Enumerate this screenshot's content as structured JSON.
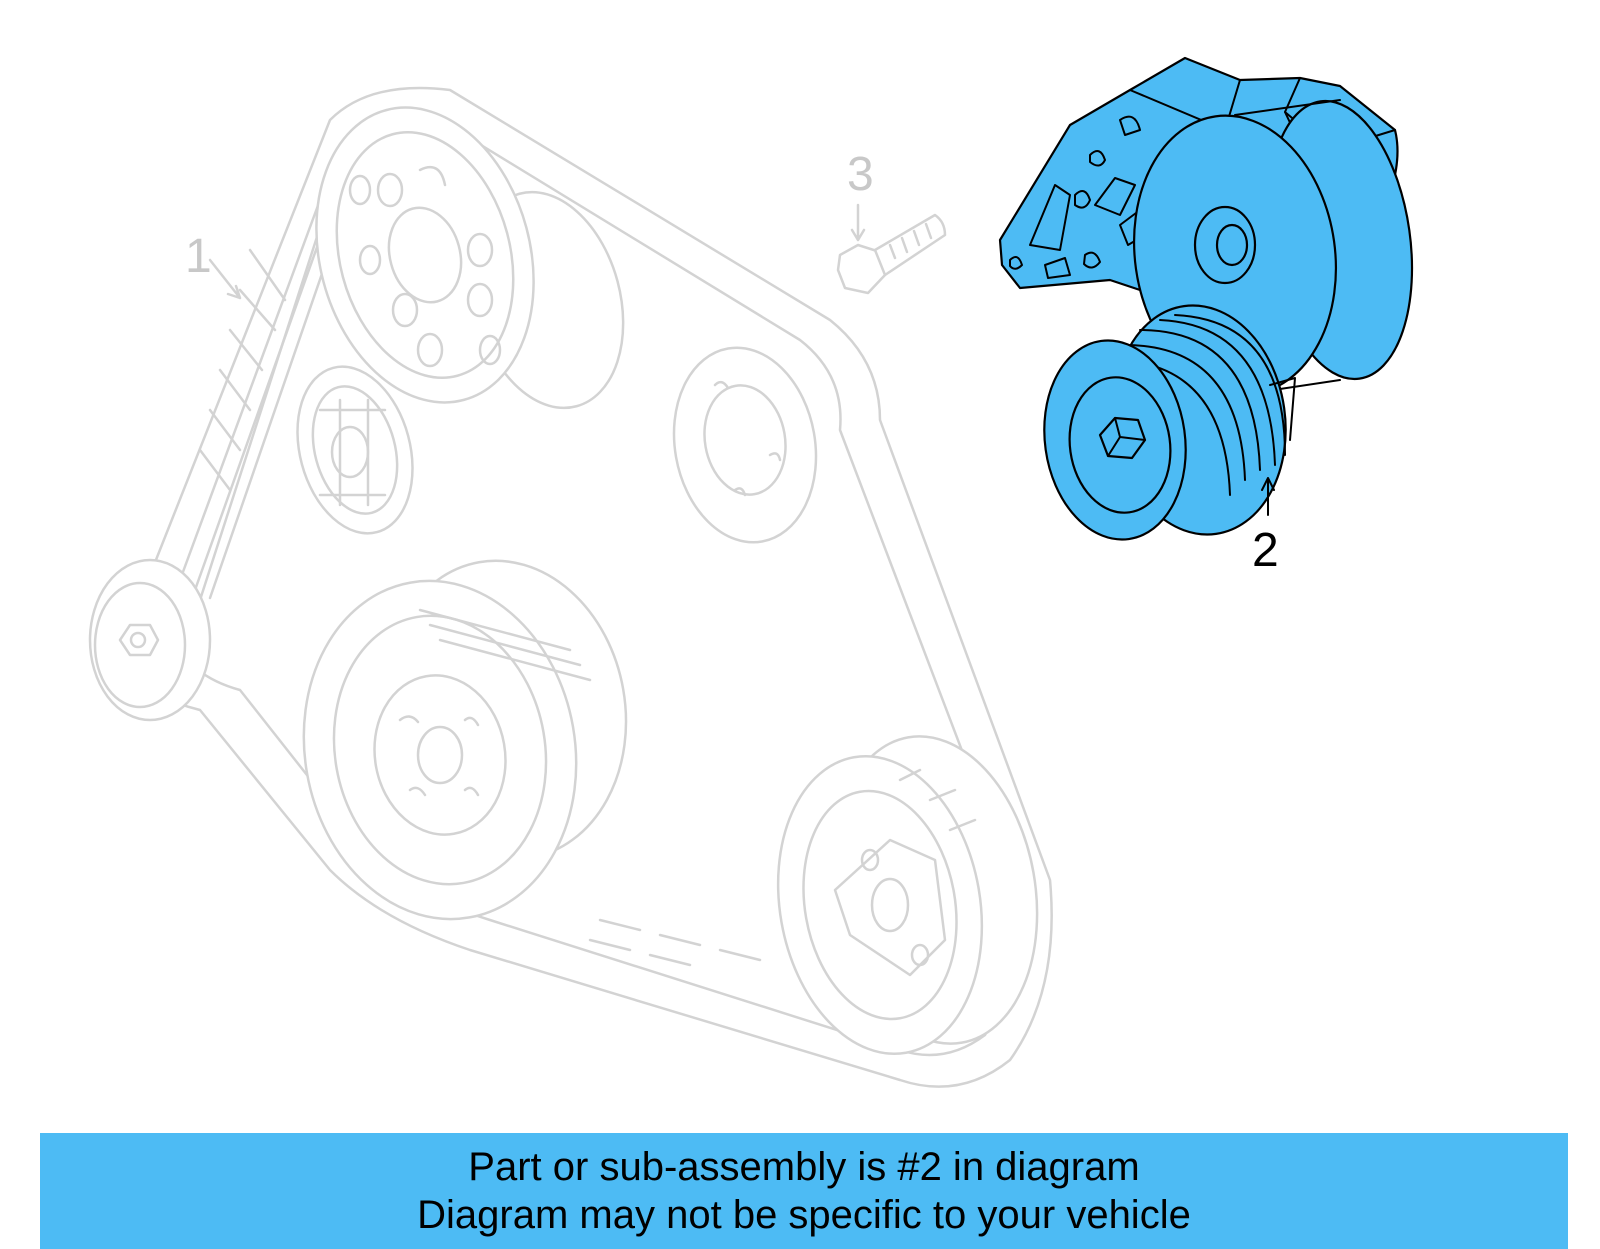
{
  "callouts": {
    "belt": "1",
    "tensioner": "2",
    "bolt": "3"
  },
  "banner": {
    "line1": "Part or sub-assembly is #2 in diagram",
    "line2": "Diagram may not be specific to your vehicle"
  },
  "colors": {
    "highlight": "#4dbbf4",
    "ghost": "#d3d3d3",
    "banner_bg": "#4dbbf4"
  }
}
